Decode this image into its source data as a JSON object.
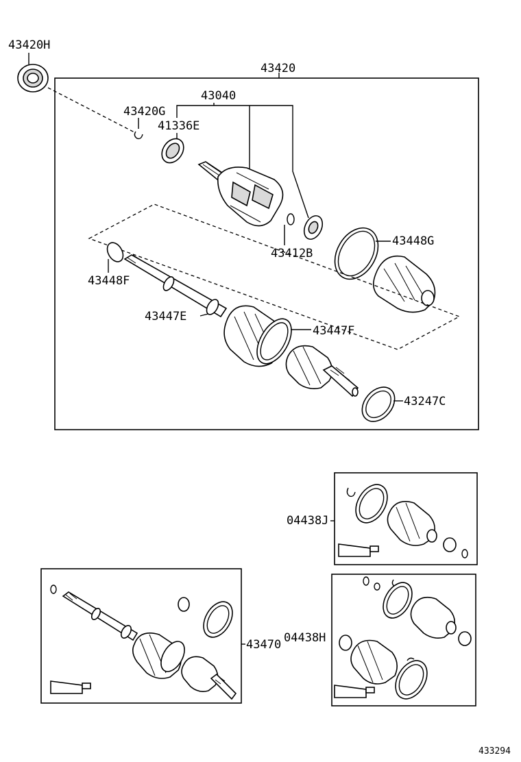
{
  "diagram": {
    "figure_number": "433294",
    "labels": {
      "p43420H": "43420H",
      "p43420": "43420",
      "p43040": "43040",
      "p43420G": "43420G",
      "p41336E": "41336E",
      "p43412B": "43412B",
      "p43448G": "43448G",
      "p43448F": "43448F",
      "p43447E": "43447E",
      "p43447F": "43447F",
      "p43247C": "43247C",
      "p04438J": "04438J",
      "p43470": "43470",
      "p04438H": "04438H"
    }
  }
}
